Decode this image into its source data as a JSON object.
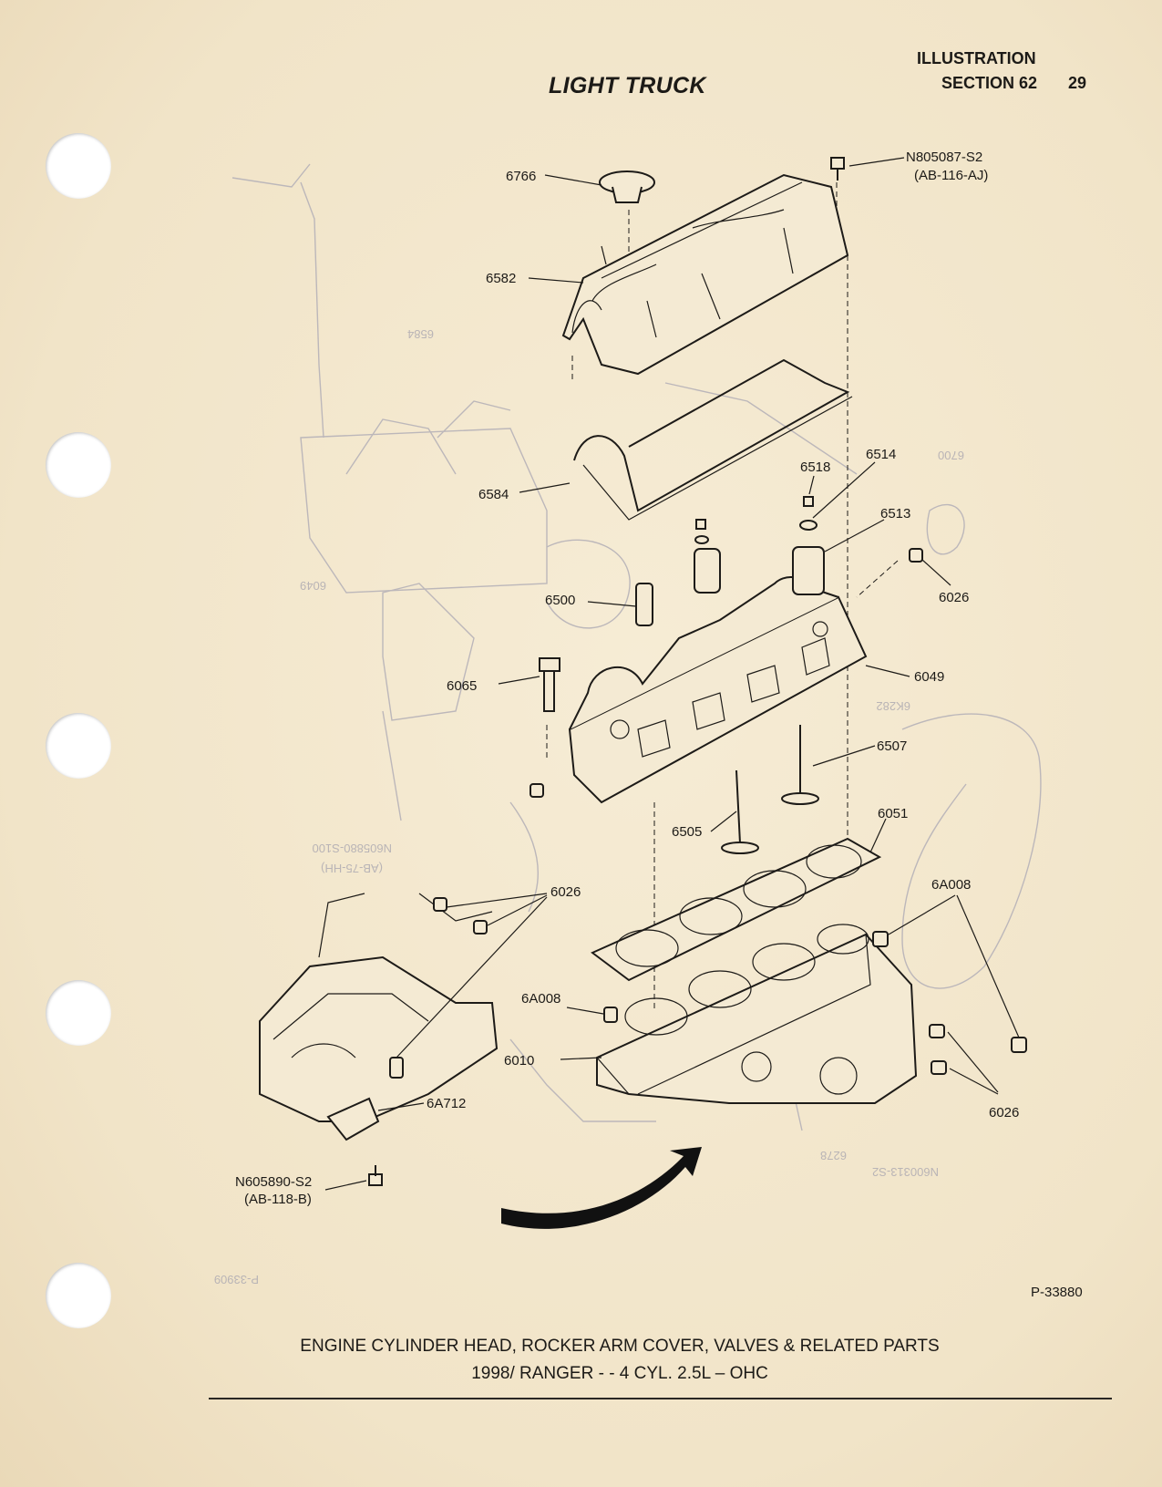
{
  "header": {
    "title": "LIGHT TRUCK",
    "illustration": "ILLUSTRATION",
    "section": "SECTION 62",
    "page_number": "29"
  },
  "footer": {
    "line1": "ENGINE CYLINDER HEAD, ROCKER ARM COVER, VALVES & RELATED PARTS",
    "line2": "1998/ RANGER - - 4 CYL. 2.5L – OHC"
  },
  "reference_number": "P-33880",
  "callouts": {
    "n805087": "N805087-S2",
    "n805087_code": "(AB-116-AJ)",
    "p6766": "6766",
    "p6582": "6582",
    "p6584": "6584",
    "p6518": "6518",
    "p6514": "6514",
    "p6513": "6513",
    "p6026_top": "6026",
    "p6500": "6500",
    "p6049": "6049",
    "p6065": "6065",
    "p6507": "6507",
    "p6051": "6051",
    "p6505": "6505",
    "p6026_left": "6026",
    "p6a008_right": "6A008",
    "p6a008_left": "6A008",
    "p6010": "6010",
    "p6a712": "6A712",
    "p6026_bottom": "6026",
    "n605890": "N605890-S2",
    "n605890_code": "(AB-118-B)"
  },
  "bleed_through": {
    "g1": "6049",
    "g2": "6584",
    "g3": "6700",
    "g4": "N605880-S100",
    "g5": "(AB-75-HH)",
    "g6": "6K282",
    "g7": "6278",
    "g8": "P-33909",
    "g9": "N600313-S2"
  }
}
